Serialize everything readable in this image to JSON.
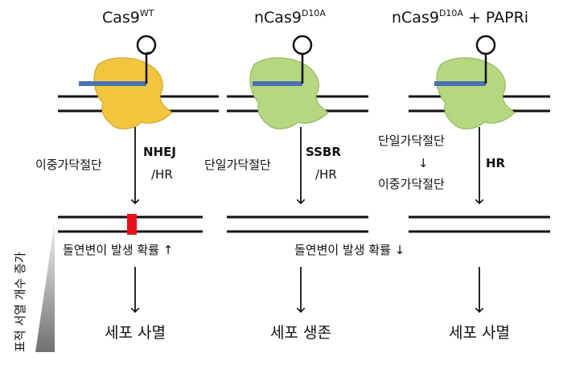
{
  "columns": [
    {
      "title": "Cas9",
      "title_sup": "WT",
      "title_suffix": "",
      "protein_color": "#f3c53f",
      "break_label": [
        "이중가닥절단"
      ],
      "repair_bold": "NHEJ",
      "repair_sub": "/HR",
      "outcome": "세포 사멸"
    },
    {
      "title": "nCas9",
      "title_sup": "D10A",
      "title_suffix": "",
      "protein_color": "#b5d77f",
      "break_label": [
        "단일가닥절단"
      ],
      "repair_bold": "SSBR",
      "repair_sub": "/HR",
      "outcome": "세포 생존"
    },
    {
      "title": "nCas9",
      "title_sup": "D10A",
      "title_suffix": "+ PAPRi",
      "protein_color": "#b5d77f",
      "break_label": [
        "단일가닥절단",
        "↓",
        "이중가닥절단"
      ],
      "repair_bold": "HR",
      "repair_sub": "",
      "outcome": "세포 사멸"
    }
  ],
  "mutation_note_up": "돌연변이 발생 확률 ↑",
  "mutation_note_down": "돌연변이 발생 확률 ↓",
  "side_label": "표적 서열 개수 증가",
  "colors": {
    "guide_rna": "#4a72b0",
    "mutation_mark": "#e8111b",
    "gradient_dark": "#707070",
    "gradient_light": "#f2f2f2"
  }
}
